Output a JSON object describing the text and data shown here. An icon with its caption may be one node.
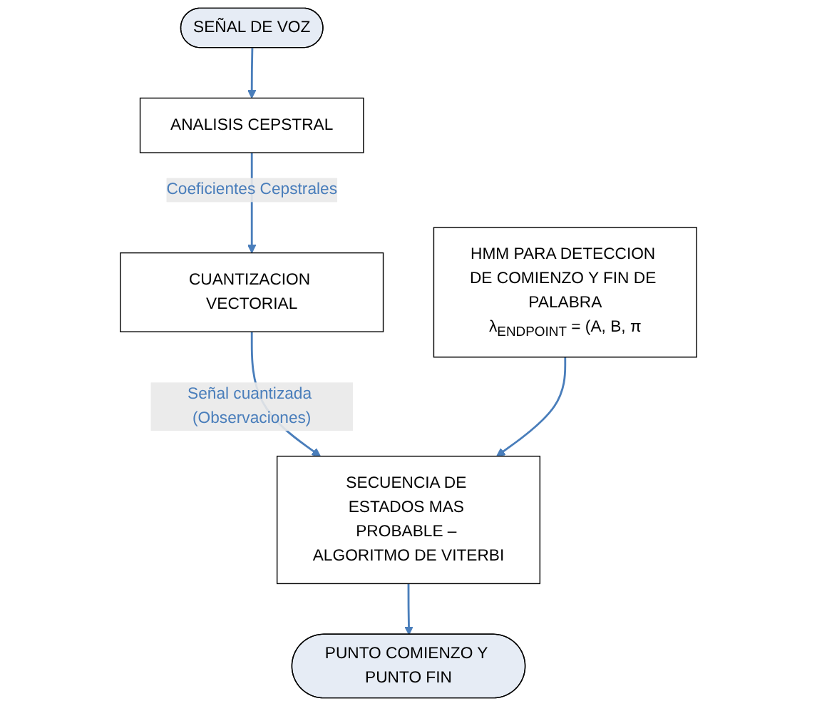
{
  "diagram": {
    "nodes": [
      {
        "text": [
          "SEÑAL DE VOZ"
        ]
      },
      {
        "text": [
          "CUANTIZACION VECTORIAL"
        ]
      },
      {
        "text": [
          "ANALISIS CEPSTRAL"
        ]
      },
      {
        "text": [
          "SECUENCIA DE ESTADOS MAS PROBABLE – ALGORITMO DE VITERBI"
        ]
      },
      {
        "text": [
          "HMM PARA DETECCION DE COMIENZO Y FIN DE PALABRA",
          "λ$_{ENDPOINT}$ = (A, B, π"
        ]
      },
      {
        "text": [
          "PUNTO COMIENZO Y PUNTO FIN"
        ]
      }
    ],
    "edges": [
      {
        "from": 0,
        "to": 2,
        "arrow": "to"
      },
      {
        "from": 2,
        "to": 1,
        "arrow": "to",
        "label": "Coeficientes Cepstrales"
      },
      {
        "from": 1,
        "to": 3,
        "arrow": "to",
        "label": "Señal cuantizada (Observaciones)"
      },
      {
        "from": 4,
        "to": 3,
        "arrow": "to"
      },
      {
        "from": 3,
        "to": 5,
        "arrow": "to"
      }
    ]
  }
}
